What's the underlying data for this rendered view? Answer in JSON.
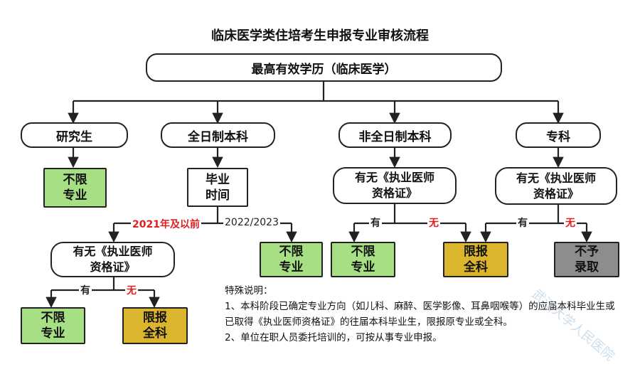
{
  "title": "临床医学类住培考生申报专业审核流程",
  "root": "最高有效学历（临床医学）",
  "categories": {
    "graduate": "研究生",
    "fulltime": "全日制本科",
    "nonfulltime": "非全日制本科",
    "junior": "专科"
  },
  "nodes": {
    "graduate_result": [
      "不限",
      "专业"
    ],
    "grad_time": [
      "毕业",
      "时间"
    ],
    "nonfull_cert_q": [
      "有无《执业医师",
      "资格证》"
    ],
    "junior_cert_q": [
      "有无《执业医师",
      "资格证》"
    ],
    "early_cert_q": [
      "有无《执业医师",
      "资格证》"
    ],
    "recent_result": [
      "不限",
      "专业"
    ],
    "nonfull_yes_result": [
      "不限",
      "专业"
    ],
    "nonfull_no_result": [
      "限报",
      "全科"
    ],
    "junior_no_result": [
      "不予",
      "录取"
    ],
    "early_yes_result": [
      "不限",
      "专业"
    ],
    "early_no_result": [
      "限报",
      "全科"
    ]
  },
  "edge_labels": {
    "early": "2021年及以前",
    "recent": "2022/2023",
    "yes": "有",
    "no": "无"
  },
  "notes": {
    "heading": "特殊说明：",
    "item1": "1、本科阶段已确定专业方向（如儿科、麻醉、医学影像、耳鼻咽喉等）的应届本科毕业生或已取得《执业医师资格证》的往届本科毕业生，限报原专业或全科。",
    "item2": "2、单位在职人员委托培训的，可按从事专业申报。"
  },
  "watermark": "武汉大学人民医院",
  "colors": {
    "green": "#a6df84",
    "yellow": "#dcb52e",
    "gray": "#8d8d8d",
    "red_label": "#e02020"
  }
}
